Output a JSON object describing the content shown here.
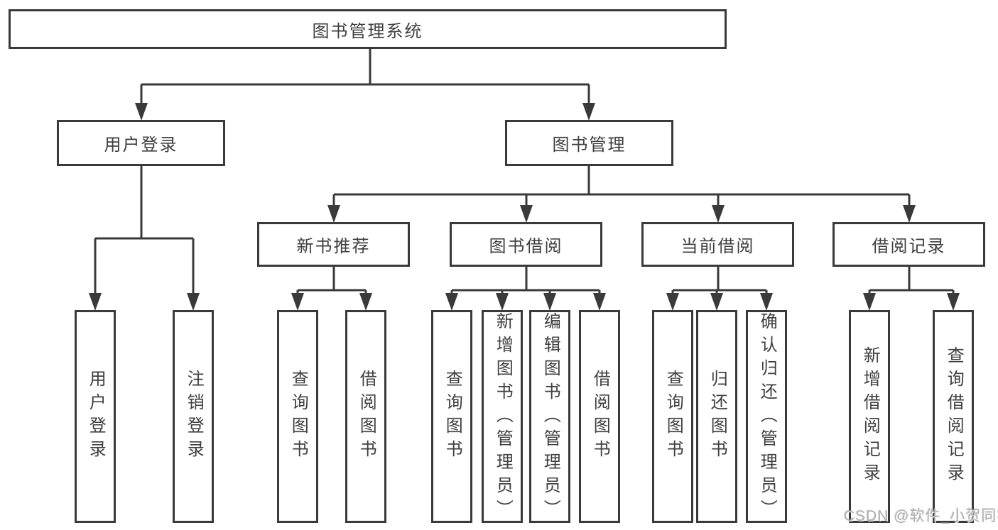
{
  "diagram": {
    "title": "图书管理系统",
    "level2": [
      {
        "label": "用户登录",
        "parent": "图书管理系统"
      },
      {
        "label": "图书管理",
        "parent": "图书管理系统"
      }
    ],
    "level3": [
      {
        "label": "新书推荐",
        "parent": "图书管理"
      },
      {
        "label": "图书借阅",
        "parent": "图书管理"
      },
      {
        "label": "当前借阅",
        "parent": "图书管理"
      },
      {
        "label": "借阅记录",
        "parent": "图书管理"
      }
    ],
    "leaves": [
      {
        "label": "用户登录",
        "parent": "用户登录"
      },
      {
        "label": "注销登录",
        "parent": "用户登录"
      },
      {
        "label": "查询图书",
        "parent": "新书推荐"
      },
      {
        "label": "借阅图书",
        "parent": "新书推荐"
      },
      {
        "label": "查询图书",
        "parent": "图书借阅"
      },
      {
        "label": "新增图书（管理员）",
        "parent": "图书借阅"
      },
      {
        "label": "编辑图书（管理员）",
        "parent": "图书借阅"
      },
      {
        "label": "借阅图书",
        "parent": "图书借阅"
      },
      {
        "label": "查询图书",
        "parent": "当前借阅"
      },
      {
        "label": "归还图书",
        "parent": "当前借阅"
      },
      {
        "label": "确认归还（管理员）",
        "parent": "当前借阅"
      },
      {
        "label": "新增借阅记录",
        "parent": "借阅记录"
      },
      {
        "label": "查询借阅记录",
        "parent": "借阅记录"
      }
    ],
    "watermark": "CSDN @软件_小贺同学"
  },
  "colors": {
    "line": "#3a3a3a",
    "text": "#3f3f3f",
    "box_background": "#ffffff",
    "watermark": "#b0b0b0"
  }
}
